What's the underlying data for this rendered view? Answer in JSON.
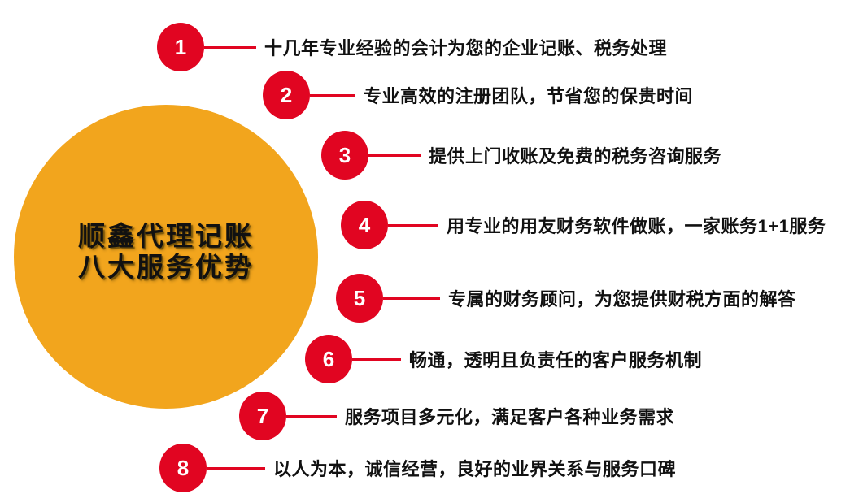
{
  "title": "顺鑫代理记账八大服务优势",
  "colors": {
    "accent_red": "#E10521",
    "circle_orange": "#F2A51D",
    "text_black": "#111111"
  },
  "center_circle": {
    "line1": "顺鑫代理记账",
    "line2": "八大服务优势"
  },
  "items": [
    {
      "number": "1",
      "text": "十几年专业经验的会计为您的企业记账、税务处理"
    },
    {
      "number": "2",
      "text": "专业高效的注册团队，节省您的保贵时间"
    },
    {
      "number": "3",
      "text": "提供上门收账及免费的税务咨询服务"
    },
    {
      "number": "4",
      "text": "用专业的用友财务软件做账，一家账务1+1服务"
    },
    {
      "number": "5",
      "text": "专属的财务顾问，为您提供财税方面的解答"
    },
    {
      "number": "6",
      "text": "畅通，透明且负责任的客户服务机制"
    },
    {
      "number": "7",
      "text": "服务项目多元化，满足客户各种业务需求"
    },
    {
      "number": "8",
      "text": "以人为本，诚信经营，良好的业界关系与服务口碑"
    }
  ]
}
